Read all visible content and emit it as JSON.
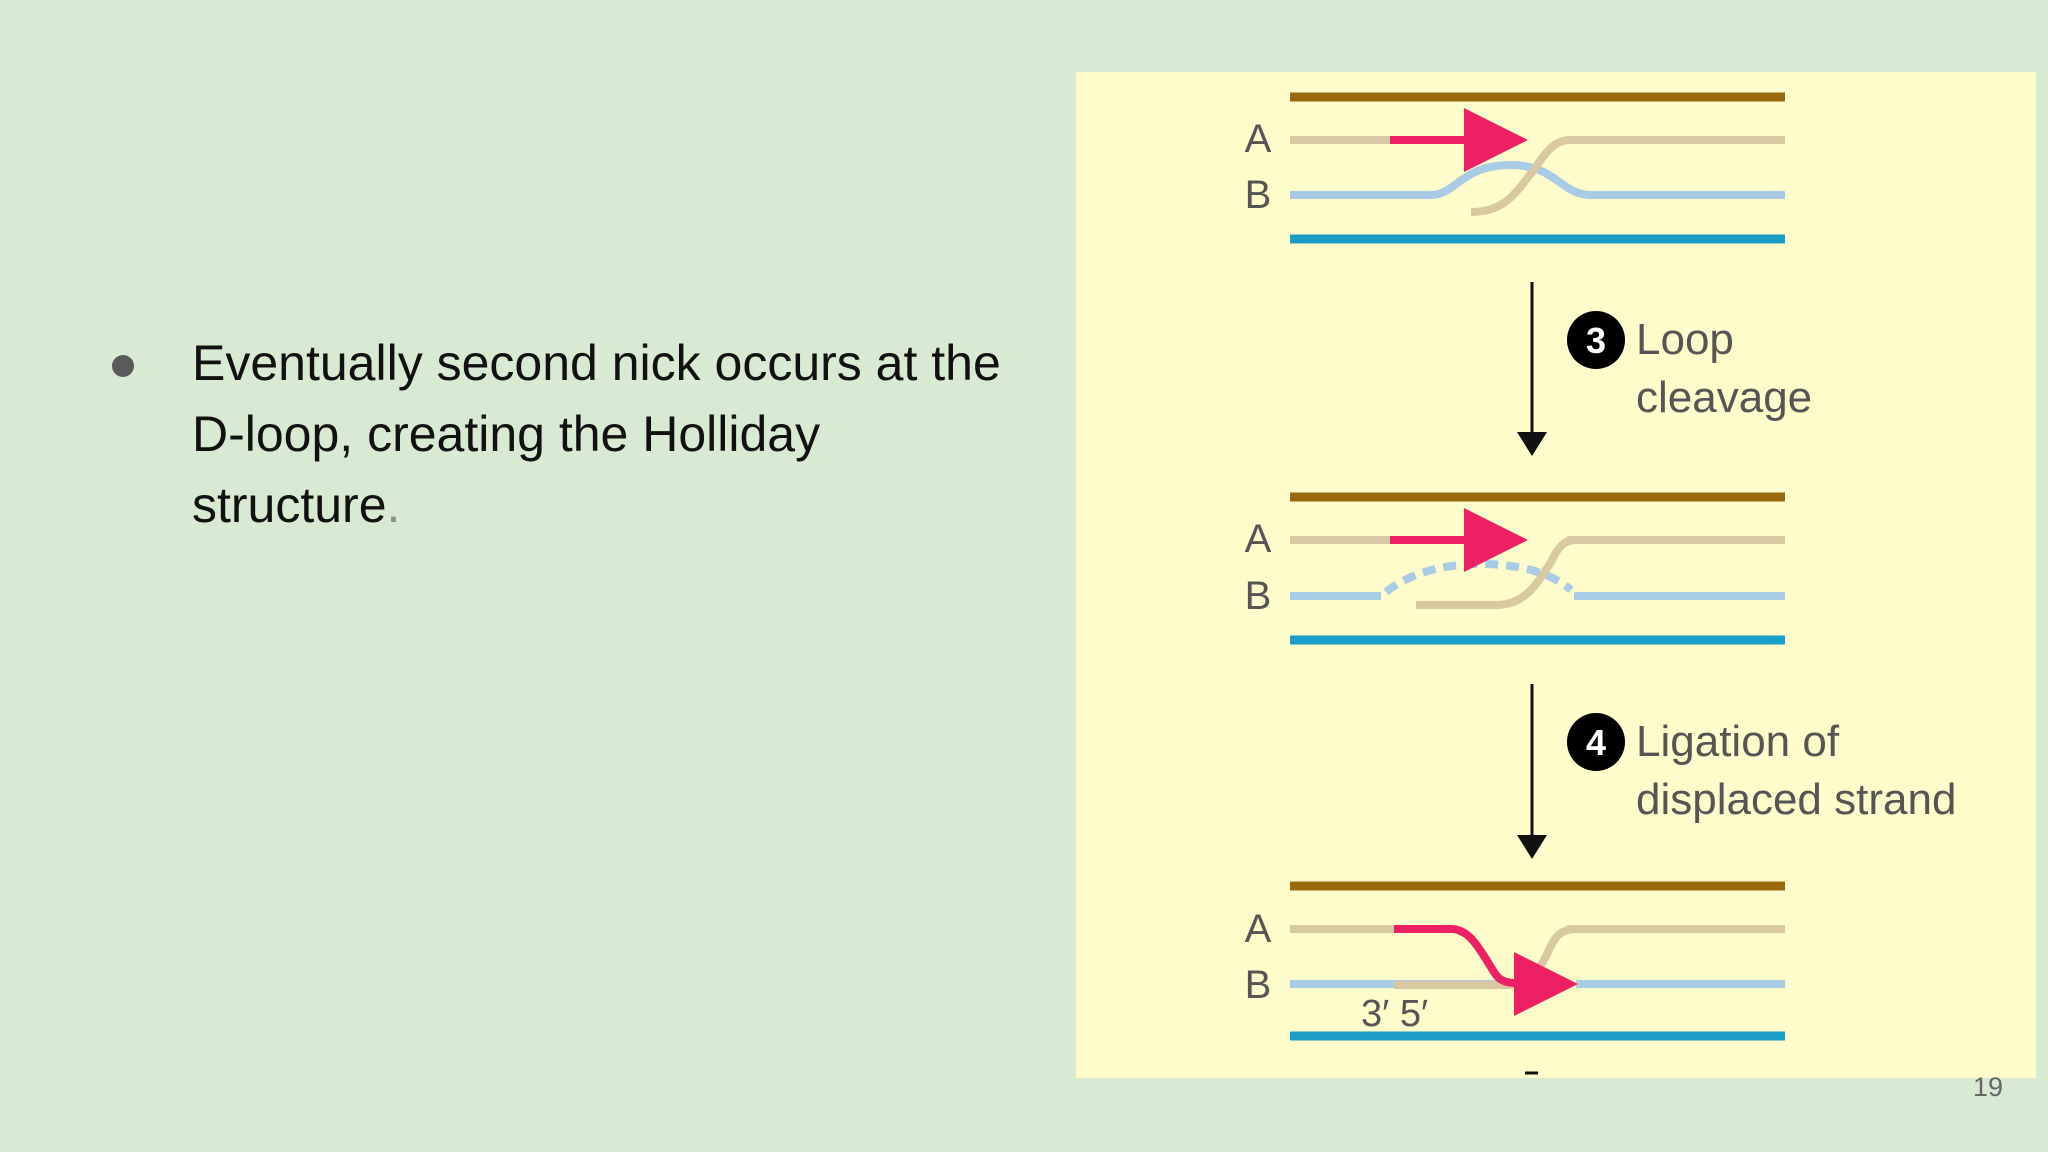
{
  "slide": {
    "bullet_text": "Eventually second nick occurs at the D-loop, creating the Holliday structure",
    "bullet_period": ".",
    "page_number": "19"
  },
  "figure": {
    "strand_labels": {
      "a": "A",
      "b": "B"
    },
    "steps": [
      {
        "number": "3",
        "label_line1": "Loop",
        "label_line2": "cleavage"
      },
      {
        "number": "4",
        "label_line1": "Ligation of",
        "label_line2": "displaced strand"
      }
    ],
    "end_labels": "3′ 5′",
    "colors": {
      "background": "#fdfcca",
      "strand_a_outer": "#9b6a0e",
      "strand_a_inner": "#d8c9a2",
      "strand_b_inner": "#a8cbe6",
      "strand_b_outer": "#1a9ec6",
      "new_dna": "#ec2062"
    }
  }
}
